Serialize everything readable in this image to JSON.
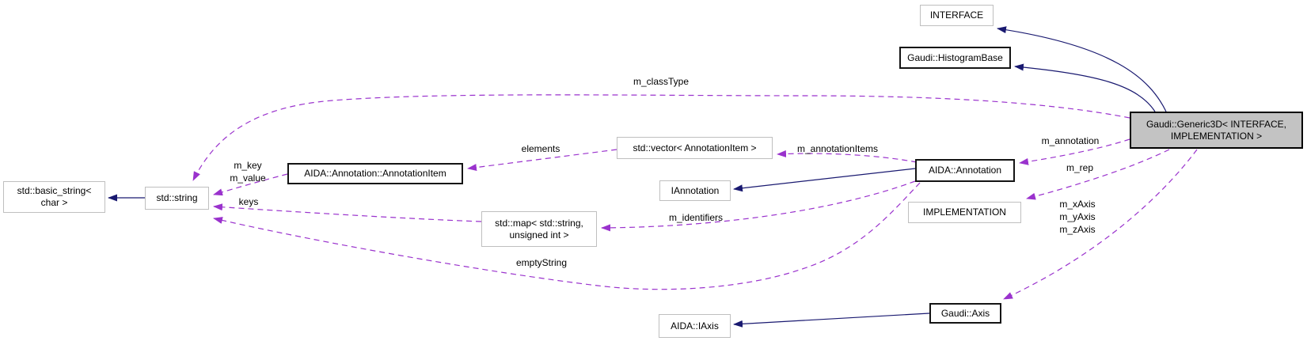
{
  "diagram": {
    "kind": "collaboration-graph",
    "colors": {
      "background": "#ffffff",
      "inheritance_edge": "#191970",
      "usage_edge": "#9a32cd",
      "main_node_fill": "#c3c3c3",
      "node_fill": "#ffffff",
      "documented_border": "#141414",
      "external_border": "#bfbfbf",
      "text": "#000000"
    },
    "nodes": [
      {
        "id": "interface",
        "label": "INTERFACE"
      },
      {
        "id": "histogram_base",
        "label": "Gaudi::HistogramBase"
      },
      {
        "id": "generic3d",
        "label": "Gaudi::Generic3D< INTERFACE,\nIMPLEMENTATION >"
      },
      {
        "id": "vector_annotationitem",
        "label": "std::vector< AnnotationItem >"
      },
      {
        "id": "aida_annotation",
        "label": "AIDA::Annotation"
      },
      {
        "id": "iannotation",
        "label": "IAnnotation"
      },
      {
        "id": "implementation",
        "label": "IMPLEMENTATION"
      },
      {
        "id": "annotation_item",
        "label": "AIDA::Annotation::AnnotationItem"
      },
      {
        "id": "std_string",
        "label": "std::string"
      },
      {
        "id": "std_basic_string",
        "label": "std::basic_string<\nchar >"
      },
      {
        "id": "std_map",
        "label": "std::map< std::string,\nunsigned int >"
      },
      {
        "id": "aida_iaxis",
        "label": "AIDA::IAxis"
      },
      {
        "id": "gaudi_axis",
        "label": "Gaudi::Axis"
      }
    ],
    "edge_labels": [
      {
        "id": "m_classType",
        "text": "m_classType"
      },
      {
        "id": "elements",
        "text": "elements"
      },
      {
        "id": "m_annotationItems",
        "text": "m_annotationItems"
      },
      {
        "id": "m_annotation",
        "text": "m_annotation"
      },
      {
        "id": "m_rep",
        "text": "m_rep"
      },
      {
        "id": "m_axes",
        "text": "m_xAxis\nm_yAxis\nm_zAxis"
      },
      {
        "id": "m_identifiers",
        "text": "m_identifiers"
      },
      {
        "id": "emptyString",
        "text": "emptyString"
      },
      {
        "id": "m_key_value",
        "text": "m_key\nm_value"
      },
      {
        "id": "keys",
        "text": "keys"
      }
    ],
    "edges": [
      {
        "from": "Gaudi::Generic3D< INTERFACE, IMPLEMENTATION >",
        "to": "INTERFACE",
        "type": "inheritance",
        "label": ""
      },
      {
        "from": "Gaudi::Generic3D< INTERFACE, IMPLEMENTATION >",
        "to": "Gaudi::HistogramBase",
        "type": "inheritance",
        "label": ""
      },
      {
        "from": "Gaudi::Generic3D< INTERFACE, IMPLEMENTATION >",
        "to": "std::string",
        "type": "usage",
        "label": "m_classType"
      },
      {
        "from": "Gaudi::Generic3D< INTERFACE, IMPLEMENTATION >",
        "to": "AIDA::Annotation",
        "type": "usage",
        "label": "m_annotation"
      },
      {
        "from": "Gaudi::Generic3D< INTERFACE, IMPLEMENTATION >",
        "to": "IMPLEMENTATION",
        "type": "usage",
        "label": "m_rep"
      },
      {
        "from": "Gaudi::Generic3D< INTERFACE, IMPLEMENTATION >",
        "to": "Gaudi::Axis",
        "type": "usage",
        "label": "m_xAxis m_yAxis m_zAxis"
      },
      {
        "from": "AIDA::Annotation",
        "to": "IAnnotation",
        "type": "inheritance",
        "label": ""
      },
      {
        "from": "AIDA::Annotation",
        "to": "std::vector< AnnotationItem >",
        "type": "usage",
        "label": "m_annotationItems"
      },
      {
        "from": "AIDA::Annotation",
        "to": "std::map< std::string, unsigned int >",
        "type": "usage",
        "label": "m_identifiers"
      },
      {
        "from": "AIDA::Annotation",
        "to": "std::string",
        "type": "usage",
        "label": "emptyString"
      },
      {
        "from": "std::vector< AnnotationItem >",
        "to": "AIDA::Annotation::AnnotationItem",
        "type": "usage",
        "label": "elements"
      },
      {
        "from": "AIDA::Annotation::AnnotationItem",
        "to": "std::string",
        "type": "usage",
        "label": "m_key m_value"
      },
      {
        "from": "std::map< std::string, unsigned int >",
        "to": "std::string",
        "type": "usage",
        "label": "keys"
      },
      {
        "from": "std::string",
        "to": "std::basic_string< char >",
        "type": "inheritance",
        "label": ""
      },
      {
        "from": "Gaudi::Axis",
        "to": "AIDA::IAxis",
        "type": "inheritance",
        "label": ""
      }
    ]
  }
}
